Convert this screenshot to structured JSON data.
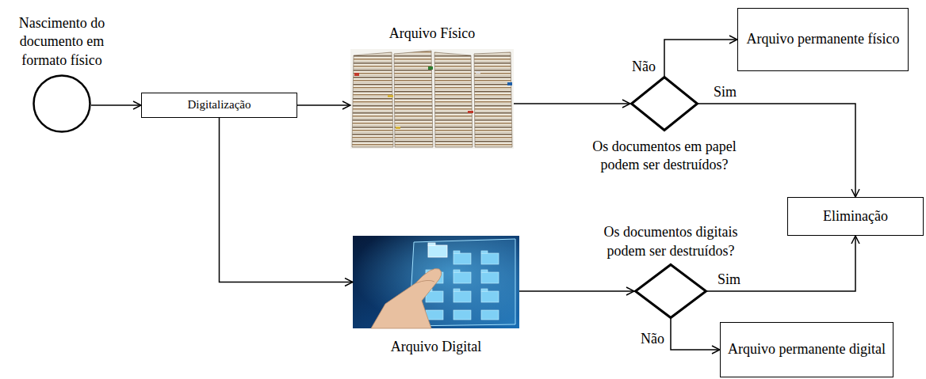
{
  "diagram": {
    "nodes": [
      {
        "text": [
          "Nascimento do documento em formato físico"
        ]
      },
      {
        "text": [
          "Digitalização"
        ]
      },
      {
        "text": [
          "Arquivo Físico"
        ]
      },
      {
        "text": [
          "Os documentos em papel podem ser destruídos?"
        ]
      },
      {
        "text": [
          "Arquivo permanente físico"
        ]
      },
      {
        "text": [
          "Eliminação"
        ]
      },
      {
        "text": [
          "Arquivo Digital"
        ]
      },
      {
        "text": [
          "Os documentos digitais podem ser destruídos?"
        ]
      },
      {
        "text": [
          "Arquivo permanente digital"
        ]
      }
    ],
    "edges": [
      {
        "from": 0,
        "to": 1,
        "arrow": "to"
      },
      {
        "from": 1,
        "to": 2,
        "arrow": "to"
      },
      {
        "from": 1,
        "to": 6,
        "arrow": "to"
      },
      {
        "from": 2,
        "to": 3,
        "arrow": "to"
      },
      {
        "from": 3,
        "to": 4,
        "label": "Não",
        "arrow": "to"
      },
      {
        "from": 3,
        "to": 5,
        "label": "Sim",
        "arrow": "to"
      },
      {
        "from": 6,
        "to": 7,
        "arrow": "to"
      },
      {
        "from": 7,
        "to": 5,
        "label": "Sim",
        "arrow": "to"
      },
      {
        "from": 7,
        "to": 8,
        "label": "Não",
        "arrow": "to"
      }
    ]
  }
}
